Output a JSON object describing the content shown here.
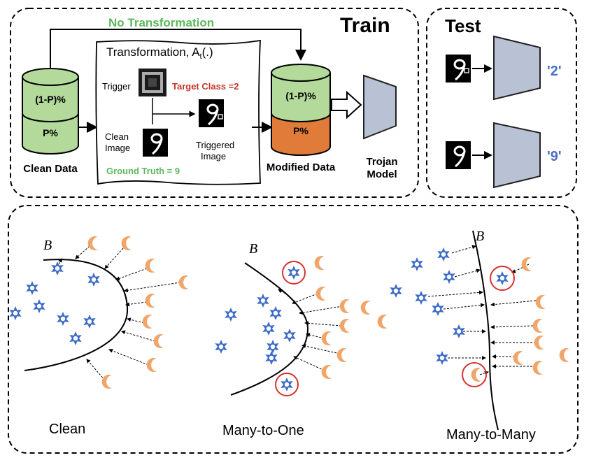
{
  "train": {
    "title": "Train",
    "no_transformation": "No Transformation",
    "transformation_title": "Transformation, A",
    "transformation_sub": "t",
    "transformation_tail": "(.)",
    "trigger_label": "Trigger",
    "target_class": "Target Class =2",
    "clean_image_label_1": "Clean",
    "clean_image_label_2": "Image",
    "triggered_image_label_1": "Triggered",
    "triggered_image_label_2": "Image",
    "ground_truth": "Ground Truth = 9",
    "clean_data": {
      "top": "(1-P)%",
      "bottom": "P%",
      "label": "Clean Data"
    },
    "modified_data": {
      "top": "(1-P)%",
      "bottom": "P%",
      "label": "Modified Data"
    },
    "trojan_model_1": "Trojan",
    "trojan_model_2": "Model"
  },
  "test": {
    "title": "Test",
    "output_1": "'2'",
    "output_2": "'9'"
  },
  "bottom": {
    "boundary_symbol": "B",
    "panels": [
      "Clean",
      "Many-to-One",
      "Many-to-Many"
    ]
  },
  "colors": {
    "green_text": "#5cb85c",
    "red_text": "#c0392b",
    "blue_text": "#4a6fc4",
    "cyl_green": "#b3d99b",
    "cyl_orange": "#e07b39",
    "model_gray": "#b8c2d4",
    "star_blue": "#3d6cc7",
    "moon_orange": "#f0a56a",
    "highlight_red": "#d93030"
  }
}
